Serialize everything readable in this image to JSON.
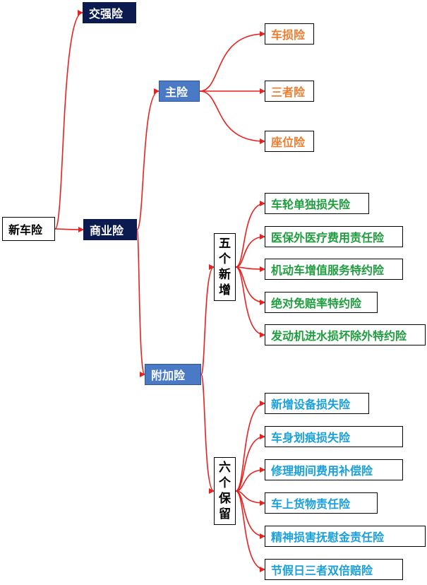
{
  "colors": {
    "link": "#e8201e",
    "navy": "#0b1a4f",
    "blue": "#4a7ac6",
    "orange": "#ed7d31",
    "green": "#1f9e3e",
    "cyan": "#1aa0dc"
  },
  "root": {
    "label": "新车险"
  },
  "compulsory": {
    "label": "交强险"
  },
  "commercial": {
    "label": "商业险"
  },
  "main": {
    "label": "主险",
    "items": [
      "车损险",
      "三者险",
      "座位险"
    ]
  },
  "additional": {
    "label": "附加险"
  },
  "five_new": {
    "chars": [
      "五",
      "个",
      "新",
      "增"
    ],
    "items": [
      "车轮单独损失险",
      "医保外医疗费用责任险",
      "机动车增值服务特约险",
      "绝对免赔率特约险",
      "发动机进水损坏除外特约险"
    ]
  },
  "six_kept": {
    "chars": [
      "六",
      "个",
      "保",
      "留"
    ],
    "items": [
      "新增设备损失险",
      "车身划痕损失险",
      "修理期间费用补偿险",
      "车上货物责任险",
      "精神损害抚慰金责任险",
      "节假日三者双倍赔险"
    ]
  }
}
